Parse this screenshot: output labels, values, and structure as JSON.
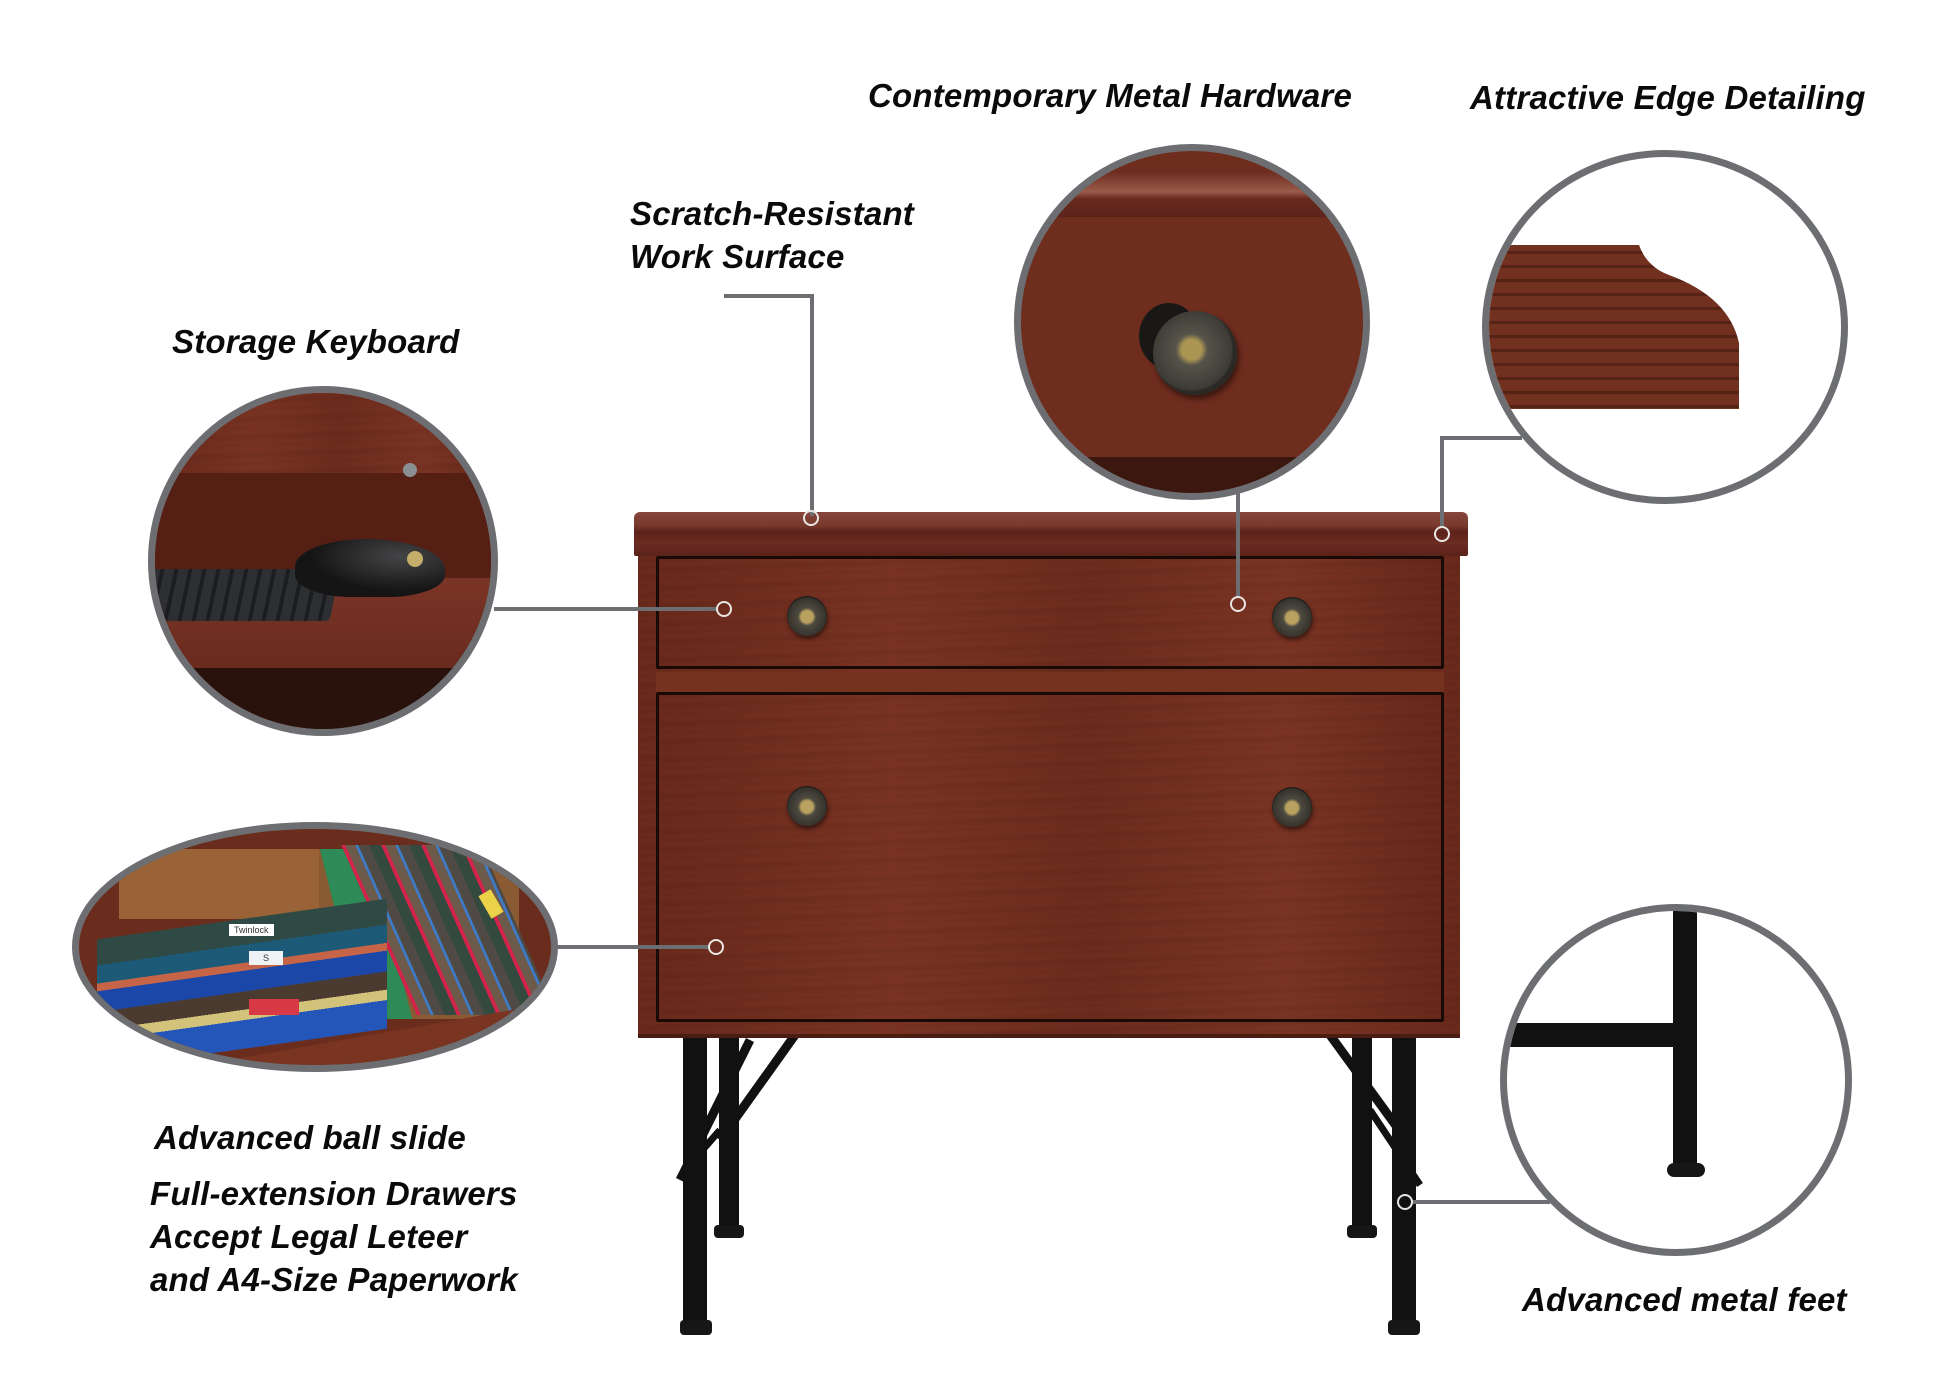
{
  "callouts": {
    "hardware": {
      "label": "Contemporary Metal Hardware"
    },
    "edge": {
      "label": "Attractive Edge Detailing"
    },
    "surface": {
      "label_line1": "Scratch-Resistant",
      "label_line2": "Work Surface"
    },
    "keyboard": {
      "label": "Storage Keyboard"
    },
    "ball_slide": {
      "label": "Advanced ball slide"
    },
    "drawers": {
      "line1": "Full-extension Drawers",
      "line2": "Accept Legal Leteer",
      "line3": "and A4-Size Paperwork"
    },
    "feet": {
      "label": "Advanced metal feet"
    }
  },
  "file_tabs": {
    "tab1": "Twinlock",
    "tab2": "S"
  },
  "colors": {
    "wood": "#6e2c1d",
    "callout_gray": "#6d6e71",
    "metal_black": "#111111",
    "text": "#0a0a0a"
  }
}
